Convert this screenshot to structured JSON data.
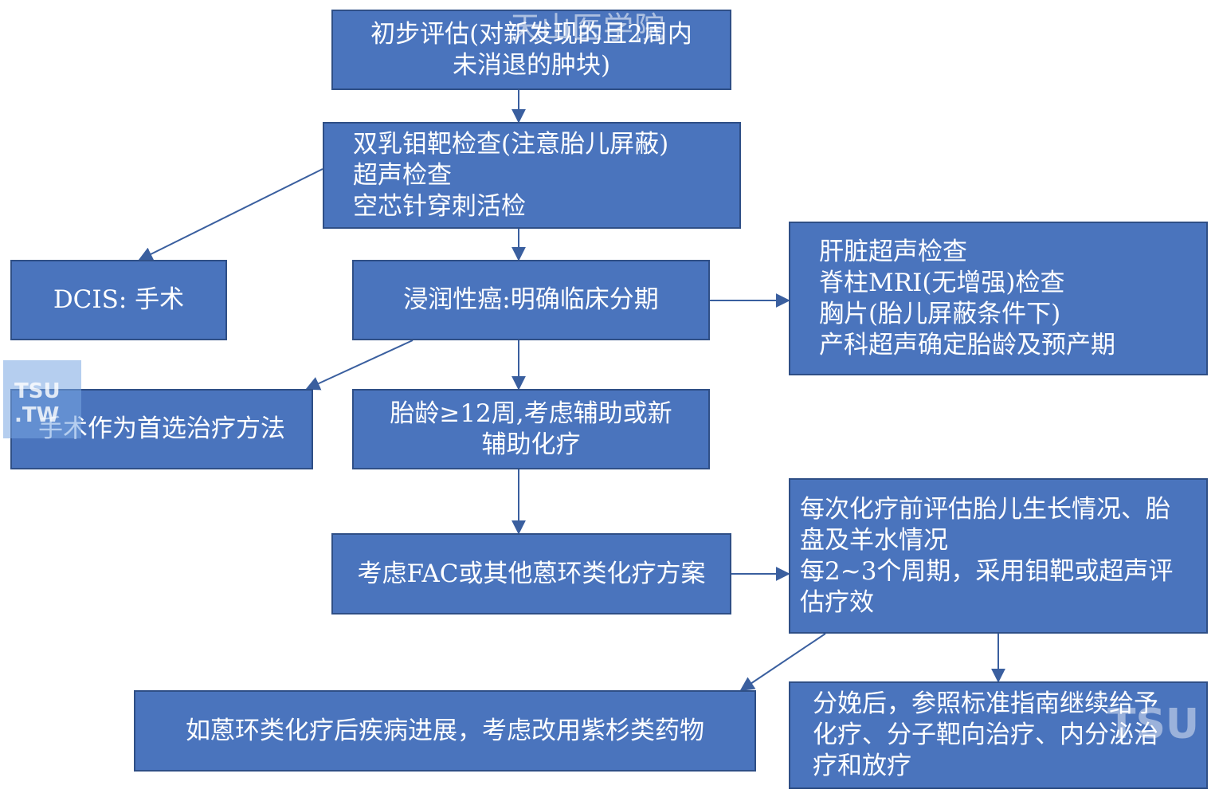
{
  "nodes": {
    "initial": [
      "初步评估(对新发现的且2周内",
      "未消退的肿块)"
    ],
    "exams": [
      "双乳钼靶检查(注意胎儿屏蔽)",
      "超声检查",
      "空芯针穿刺活检"
    ],
    "dcis": [
      "DCIS: 手术"
    ],
    "invasive": [
      "浸润性癌:明确临床分期"
    ],
    "staging": [
      "肝脏超声检查",
      "脊柱MRI(无增强)检查",
      "胸片(胎儿屏蔽条件下)",
      "产科超声确定胎龄及预产期"
    ],
    "surgery_first": [
      "手术作为首选治疗方法"
    ],
    "gestation": [
      "胎龄≥12周,考虑辅助或新",
      "辅助化疗"
    ],
    "fac": [
      "考虑FAC或其他蒽环类化疗方案"
    ],
    "monitor": [
      "每次化疗前评估胎儿生长情况、胎",
      "盘及羊水情况",
      "每2~3个周期，采用钼靶或超声评",
      "估疗效"
    ],
    "taxane": [
      "如蒽环类化疗后疾病进展，考虑改用紫杉类药物"
    ],
    "postpartum": [
      "分娩后，参照标准指南继续给予",
      "化疗、分子靶向治疗、内分泌治",
      "疗和放疗"
    ]
  },
  "watermarks": {
    "title": "天山医学院",
    "tsu_logo": "TSU .TW",
    "tsu_logo_2": "TSU .TW"
  },
  "colors": {
    "box_fill": "#4a74bd",
    "box_border": "#2f4f86",
    "arrow": "#3a5f9f",
    "text": "#ffffff"
  }
}
